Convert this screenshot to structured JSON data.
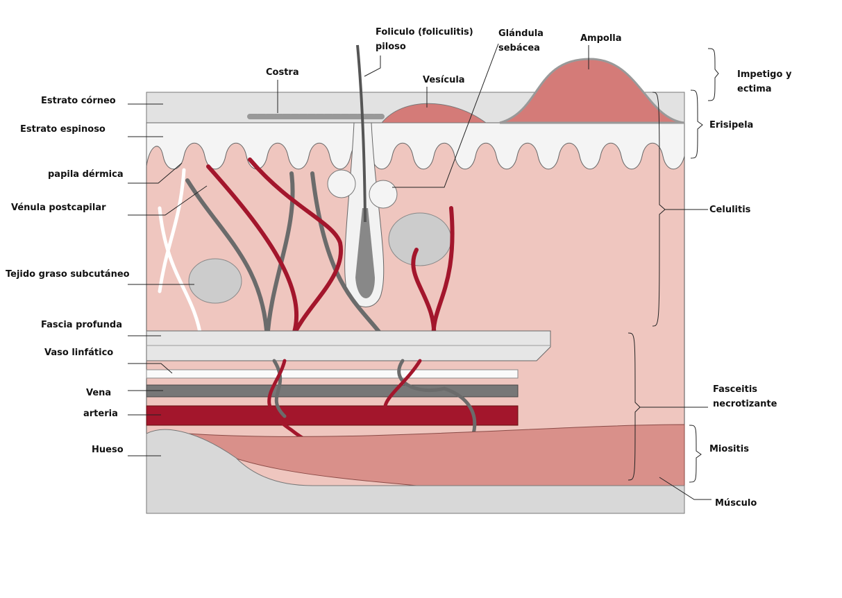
{
  "title": "Infecciones de piel y tejidos blandos",
  "labels": {
    "foliculo": "Foliculo (foliculitis)",
    "piloso": "piloso",
    "glandula": "Glándula",
    "sebacea": "sebácea",
    "ampolla": "Ampolla",
    "costra": "Costra",
    "vesicula": "Vesícula",
    "impetigo1": "Impetigo y",
    "impetigo2": "ectima",
    "erisipela": "Erisipela",
    "celulitis": "Celulitis",
    "estrato_corneo": "Estrato córneo",
    "estrato_espinoso": "Estrato espinoso",
    "papila": "papila dérmica",
    "venula": "Vénula postcapilar",
    "tejido_graso": "Tejido graso subcutáneo",
    "fascia": "Fascia profunda",
    "linfatico": "Vaso linfático",
    "vena": "Vena",
    "arteria": "arteria",
    "hueso": "Hueso",
    "fasceitis1": "Fasceitis",
    "fasceitis2": "necrotizante",
    "miositis": "Miositis",
    "musculo": "Músculo"
  },
  "colors": {
    "dermis": "#efc6bf",
    "artery": "#a3162c",
    "vein": "#6b6b6b",
    "lesion": "#d47b78",
    "muscle": "#d9908a"
  }
}
